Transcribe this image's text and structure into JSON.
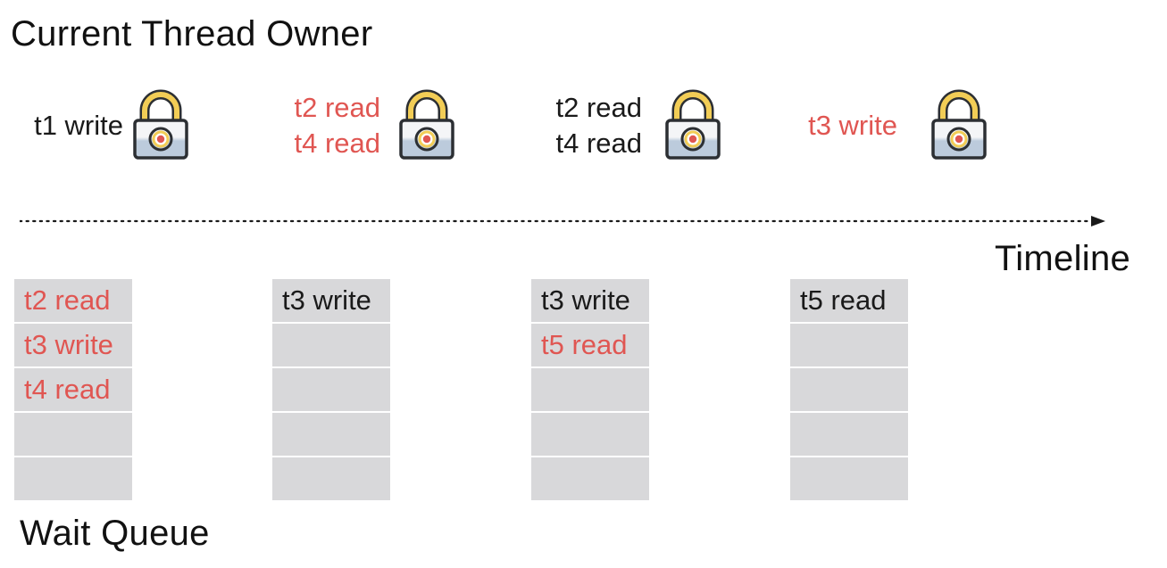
{
  "titles": {
    "top": "Current Thread Owner",
    "timeline": "Timeline",
    "bottom": "Wait Queue"
  },
  "colors": {
    "highlight": "#e05652",
    "normal": "#1a1a1a",
    "queue_slot": "#d8d8da",
    "lock_shackle": "#f2cd56",
    "lock_body_top": "#f4f5f7",
    "lock_body_bottom": "#bccbdc",
    "lock_outline": "#2c2f33"
  },
  "owners": [
    {
      "names": [
        "t1 write"
      ],
      "highlighted": false,
      "icon": "padlock-icon"
    },
    {
      "names": [
        "t2 read",
        "t4 read"
      ],
      "highlighted": true,
      "icon": "padlock-icon"
    },
    {
      "names": [
        "t2 read",
        "t4 read"
      ],
      "highlighted": false,
      "icon": "padlock-icon"
    },
    {
      "names": [
        "t3 write"
      ],
      "highlighted": true,
      "icon": "padlock-icon"
    }
  ],
  "queues": [
    {
      "items": [
        {
          "text": "t2 read",
          "highlighted": true
        },
        {
          "text": "t3 write",
          "highlighted": true
        },
        {
          "text": "t4 read",
          "highlighted": true
        },
        {
          "text": "",
          "highlighted": false
        },
        {
          "text": "",
          "highlighted": false
        }
      ]
    },
    {
      "items": [
        {
          "text": "t3 write",
          "highlighted": false
        },
        {
          "text": "",
          "highlighted": false
        },
        {
          "text": "",
          "highlighted": false
        },
        {
          "text": "",
          "highlighted": false
        },
        {
          "text": "",
          "highlighted": false
        }
      ]
    },
    {
      "items": [
        {
          "text": "t3 write",
          "highlighted": false
        },
        {
          "text": "t5 read",
          "highlighted": true
        },
        {
          "text": "",
          "highlighted": false
        },
        {
          "text": "",
          "highlighted": false
        },
        {
          "text": "",
          "highlighted": false
        }
      ]
    },
    {
      "items": [
        {
          "text": "t5 read",
          "highlighted": false
        },
        {
          "text": "",
          "highlighted": false
        },
        {
          "text": "",
          "highlighted": false
        },
        {
          "text": "",
          "highlighted": false
        },
        {
          "text": "",
          "highlighted": false
        }
      ]
    }
  ]
}
